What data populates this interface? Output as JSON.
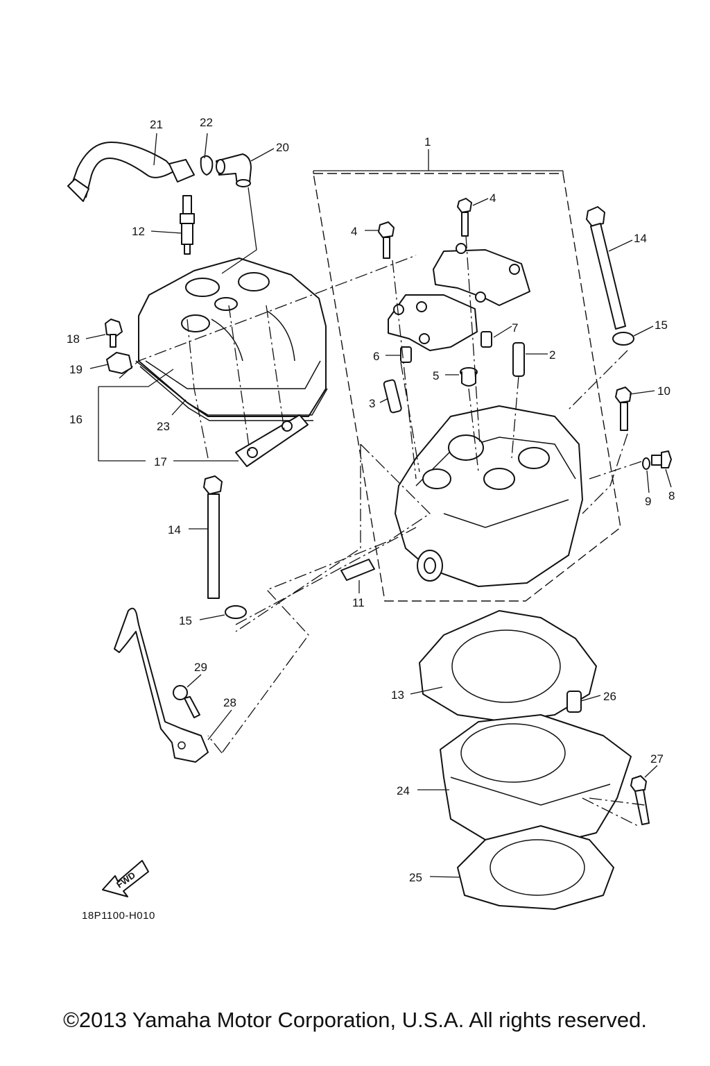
{
  "diagram": {
    "reference_code": "18P1100-H010",
    "fwd_label": "FWD",
    "copyright": "©2013 Yamaha Motor Corporation, U.S.A. All rights reserved."
  },
  "callouts": [
    {
      "id": "c1",
      "label": "1"
    },
    {
      "id": "c2",
      "label": "2"
    },
    {
      "id": "c3",
      "label": "3"
    },
    {
      "id": "c4a",
      "label": "4"
    },
    {
      "id": "c4b",
      "label": "4"
    },
    {
      "id": "c5",
      "label": "5"
    },
    {
      "id": "c6",
      "label": "6"
    },
    {
      "id": "c7",
      "label": "7"
    },
    {
      "id": "c8",
      "label": "8"
    },
    {
      "id": "c9",
      "label": "9"
    },
    {
      "id": "c10",
      "label": "10"
    },
    {
      "id": "c11",
      "label": "11"
    },
    {
      "id": "c12",
      "label": "12"
    },
    {
      "id": "c13",
      "label": "13"
    },
    {
      "id": "c14a",
      "label": "14"
    },
    {
      "id": "c14b",
      "label": "14"
    },
    {
      "id": "c15a",
      "label": "15"
    },
    {
      "id": "c15b",
      "label": "15"
    },
    {
      "id": "c16",
      "label": "16"
    },
    {
      "id": "c17",
      "label": "17"
    },
    {
      "id": "c18",
      "label": "18"
    },
    {
      "id": "c19",
      "label": "19"
    },
    {
      "id": "c20",
      "label": "20"
    },
    {
      "id": "c21",
      "label": "21"
    },
    {
      "id": "c22",
      "label": "22"
    },
    {
      "id": "c23",
      "label": "23"
    },
    {
      "id": "c24",
      "label": "24"
    },
    {
      "id": "c25",
      "label": "25"
    },
    {
      "id": "c26",
      "label": "26"
    },
    {
      "id": "c27",
      "label": "27"
    },
    {
      "id": "c28",
      "label": "28"
    },
    {
      "id": "c29",
      "label": "29"
    }
  ]
}
